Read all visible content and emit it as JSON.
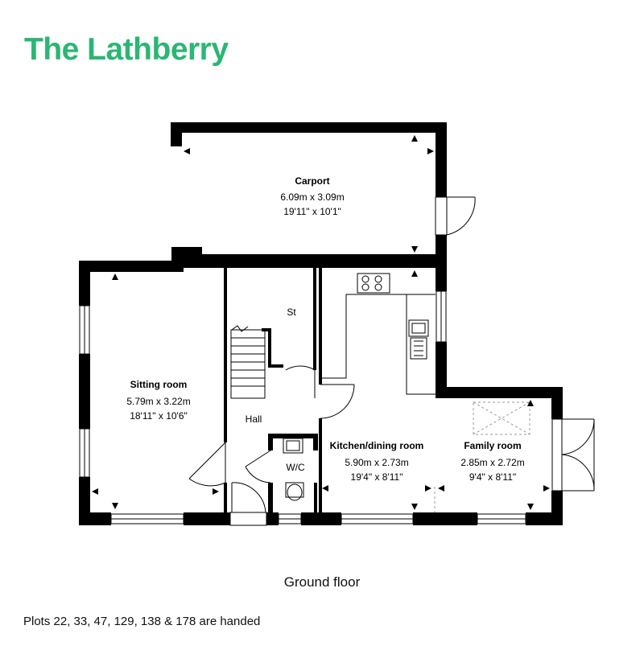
{
  "header": {
    "title": "The Lathberry"
  },
  "colors": {
    "title": "#2bb673",
    "walls": "#000000",
    "lines": "#000000"
  },
  "rooms": {
    "carport": {
      "name": "Carport",
      "metric": "6.09m x 3.09m",
      "imperial": "19'11\" x 10'1\""
    },
    "sitting": {
      "name": "Sitting room",
      "metric": "5.79m x 3.22m",
      "imperial": "18'11\" x 10'6\""
    },
    "kitchen": {
      "name": "Kitchen/dining room",
      "metric": "5.90m x 2.73m",
      "imperial": "19'4\" x 8'11\""
    },
    "family": {
      "name": "Family room",
      "metric": "2.85m x 2.72m",
      "imperial": "9'4\" x 8'11\""
    },
    "hall": {
      "name": "Hall"
    },
    "store": {
      "name": "St"
    },
    "wc": {
      "name": "W/C"
    }
  },
  "footer": {
    "floor_label": "Ground floor",
    "note": "Plots 22, 33, 47, 129, 138 & 178 are handed"
  }
}
